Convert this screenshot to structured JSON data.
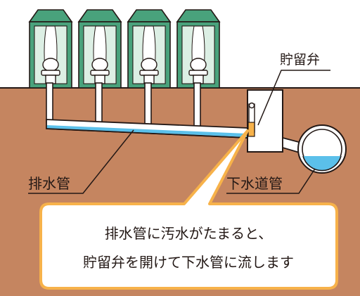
{
  "labels": {
    "valve": "貯留弁",
    "drain_pipe": "排水管",
    "sewer_pipe": "下水道管"
  },
  "callout": {
    "line1": "排水管に汚水がたまると、",
    "line2": "貯留弁を開けて下水管に流します"
  },
  "colors": {
    "ground": "#c58560",
    "toilet_booth": "#49a27c",
    "curtain": "#dcefe4",
    "pipe_fill": "#ffffff",
    "water": "#5bc0ea",
    "callout_border": "#f7b24a",
    "outline": "#231815"
  },
  "toilet_count": 4
}
